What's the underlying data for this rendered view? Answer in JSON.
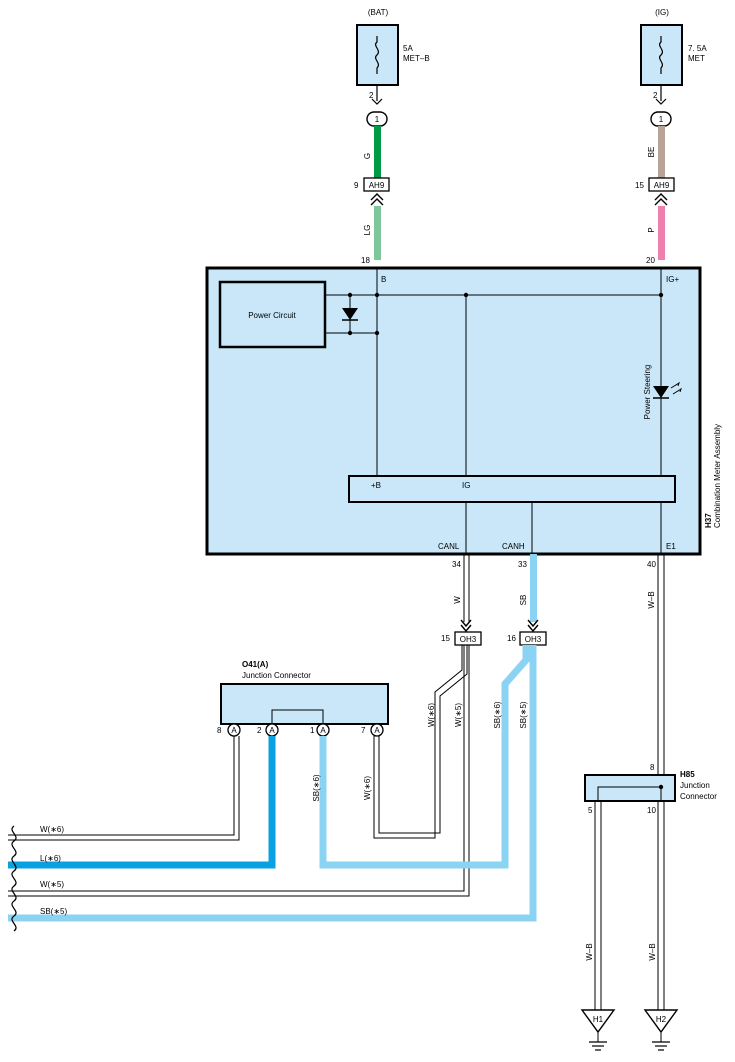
{
  "fuses": {
    "bat": {
      "source": "(BAT)",
      "rating": "5A",
      "name": "MET–B",
      "pin": "2",
      "conn_pin": "1"
    },
    "ig": {
      "source": "(IG)",
      "rating": "7. 5A",
      "name": "MET",
      "pin": "2",
      "conn_pin": "1"
    }
  },
  "ah9": {
    "label": "AH9",
    "left": {
      "pin": "9",
      "wire_top": "G",
      "wire_bottom": "LG",
      "meter_pin": "18"
    },
    "right": {
      "pin": "15",
      "wire_top": "BE",
      "wire_bottom": "P",
      "meter_pin": "20"
    }
  },
  "meter": {
    "code": "H37",
    "name": "Combination Meter Assembly",
    "terminal_b": "B",
    "terminal_igplus": "IG+",
    "power_circuit": "Power Circuit",
    "power_steering": "Power Steering",
    "bus_b": "+B",
    "bus_ig": "IG",
    "canl": "CANL",
    "canh": "CANH",
    "e1": "E1",
    "pin_canl": "34",
    "pin_canh": "33",
    "pin_e1": "40"
  },
  "oh3": {
    "label": "OH3",
    "left": {
      "pin": "15",
      "wire": "W"
    },
    "right": {
      "pin": "16",
      "wire": "SB"
    }
  },
  "o41": {
    "code": "O41(A)",
    "name": "Junction Connector",
    "pins": [
      "8",
      "2",
      "1",
      "7"
    ],
    "pin_letter": "A"
  },
  "h85": {
    "code": "H85",
    "name_line1": "Junction",
    "name_line2": "Connector",
    "pin_top": "8",
    "pin_left": "5",
    "pin_right": "10"
  },
  "wires": {
    "w_wb": "W–B",
    "w6": "W(∗6)",
    "w5": "W(∗5)",
    "sb6": "SB(∗6)",
    "sb5": "SB(∗5)",
    "w6_left": "W(∗6)",
    "sb6_left": "SB(∗6)",
    "w_wb_h1": "W–B",
    "w_wb_h2": "W–B"
  },
  "left_edge": {
    "w6": "W(∗6)",
    "l6": "L(∗6)",
    "w5": "W(∗5)",
    "sb5": "SB(∗5)"
  },
  "grounds": {
    "h1": "H1",
    "h2": "H2"
  },
  "colors": {
    "box_fill": "#c9e7f8",
    "green": "#009a45",
    "light_green": "#7fc79b",
    "beige": "#b8a496",
    "pink": "#ee7fae",
    "sky_blue": "#8bd3f3",
    "blue": "#0aa1e2"
  }
}
